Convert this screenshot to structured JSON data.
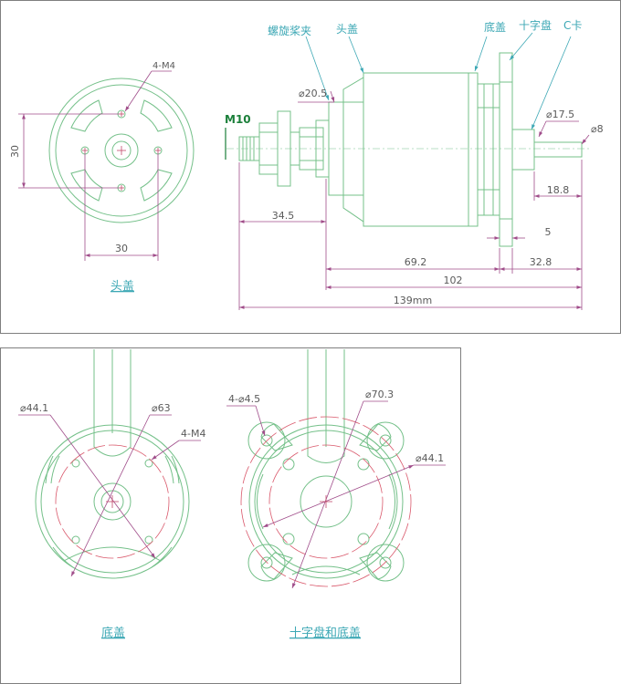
{
  "colors": {
    "frame": "#7f7f7f",
    "outline": "#74c089",
    "dimension": "#a04d8a",
    "dim_text": "#5a5a5a",
    "red_circle": "#d9586b",
    "cyan_text": "#3da8b5",
    "thread_label": "#1b7f3a",
    "center_mark": "#c24a6b"
  },
  "front_view": {
    "caption": "头盖",
    "hole_label": "4-M4",
    "dim_vertical": "30",
    "dim_horizontal": "30"
  },
  "side_view": {
    "labels": {
      "prop_adapter": "螺旋桨夹",
      "head_cover": "头盖",
      "bottom_cover": "底盖",
      "cross_mount": "十字盘",
      "c_clip": "C卡"
    },
    "thread": "M10",
    "dia_head": "⌀20.5",
    "dia_mount": "⌀17.5",
    "dia_shaft": "⌀8",
    "len_adapter": "34.5",
    "len_shaft_step": "18.8",
    "len_plate": "5",
    "len_body": "69.2",
    "len_rear": "32.8",
    "len_mid": "102",
    "len_total": "139mm"
  },
  "bottom_view": {
    "caption": "底盖",
    "dia_inner": "⌀44.1",
    "dia_outer": "⌀63",
    "hole_label": "4-M4"
  },
  "cross_view": {
    "caption": "十字盘和底盖",
    "hole_label": "4-⌀4.5",
    "dia_outer": "⌀70.3",
    "dia_inner": "⌀44.1"
  }
}
